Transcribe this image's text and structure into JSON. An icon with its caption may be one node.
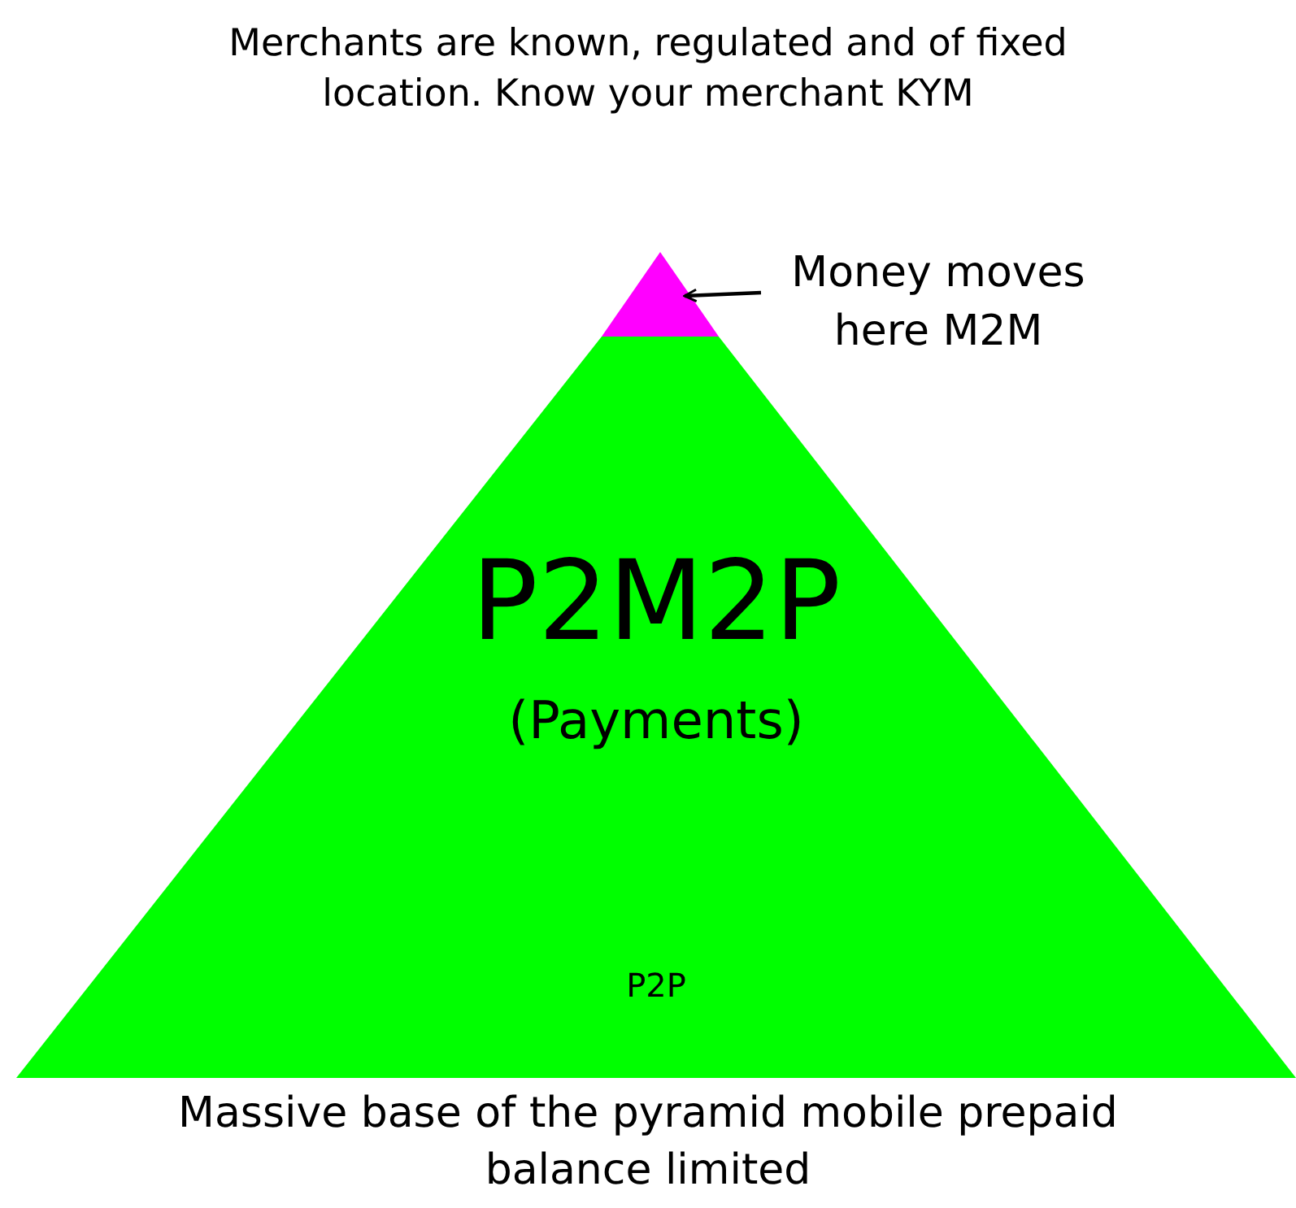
{
  "diagram": {
    "nodes": [
      {
        "text": [
          "P2M2P",
          "(Payments)",
          "P2P"
        ]
      },
      {
        "text": [],
        "shape": "triangle"
      },
      {
        "text": [
          "Money moves here M2M"
        ]
      }
    ],
    "edges": [
      {
        "from": 2,
        "to": 1,
        "arrow": "to"
      }
    ],
    "labels": [
      "Merchants are known, regulated and of fixed location. Know your merchant KYM",
      "Massive base of the pyramid mobile prepaid balance limited"
    ]
  }
}
